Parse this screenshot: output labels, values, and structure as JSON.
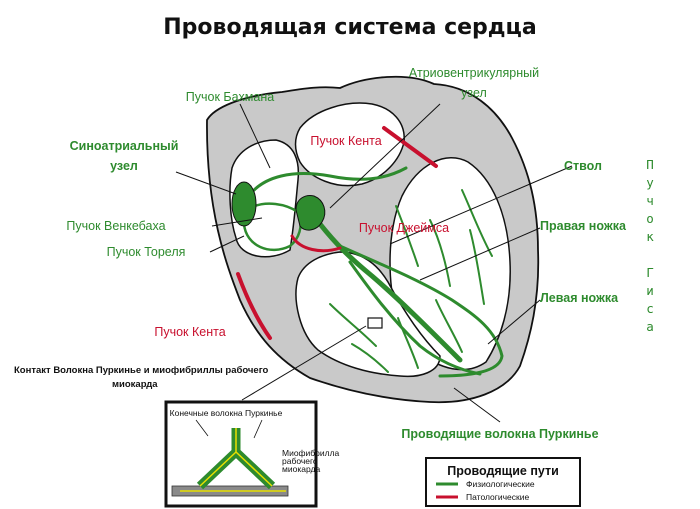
{
  "title": "Проводящая система сердца",
  "labels": {
    "atrioventricular_line1": "Атриовентрикулярный",
    "atrioventricular_line2": "узел",
    "bachmann": "Пучок Бахмана",
    "kent_upper": "Пучок Кента",
    "sinoatrial_line1": "Синоатриальный",
    "sinoatrial_line2": "узел",
    "trunk": "Ствол",
    "wenckebach": "Пучок Венкебаха",
    "james": "Пучок Джеймса",
    "thorel": "Пучок Тореля",
    "right_branch": "Правая ножка",
    "left_branch": "Левая ножка",
    "kent_lower": "Пучок Кента",
    "purkinje_fibers": "Проводящие волокна Пуркинье",
    "his_bundle_vertical": [
      "П",
      "у",
      "ч",
      "о",
      "к",
      "",
      "Г",
      "и",
      "с",
      "а"
    ]
  },
  "inset": {
    "caption_line1": "Контакт Волокна Пуркинье и миофибриллы рабочего",
    "caption_line2": "миокарда",
    "terminal_fibers": "Конечные волокна Пуркинье",
    "myofibril_line1": "Миофибрилла",
    "myofibril_line2": "рабочего",
    "myofibril_line3": "миокарда"
  },
  "legend": {
    "title": "Проводящие пути",
    "items": [
      {
        "label": "Физиологические",
        "color": "#2e8b2e"
      },
      {
        "label": "Патологические",
        "color": "#c8102e"
      }
    ]
  },
  "colors": {
    "heart_wall": "#c9c9c9",
    "pathway_green": "#2e8b2e",
    "pathway_red": "#c8102e",
    "outline": "#111111"
  }
}
